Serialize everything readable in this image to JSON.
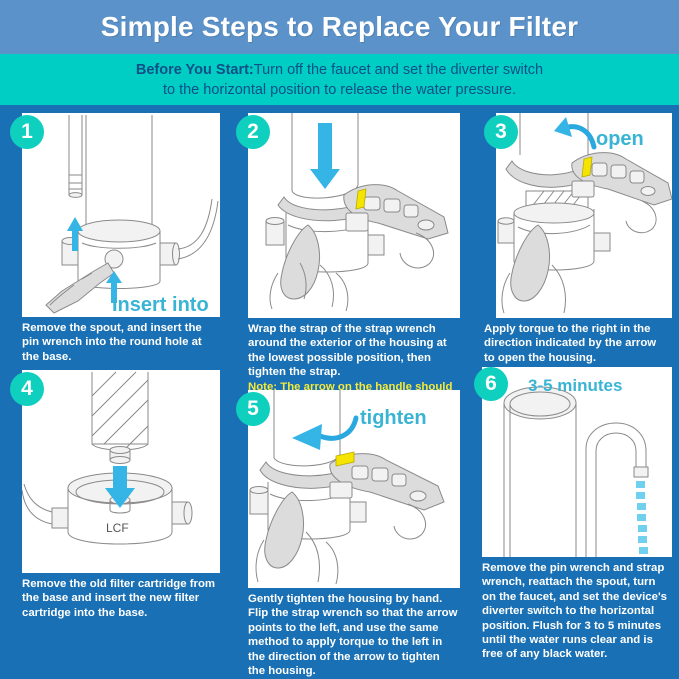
{
  "header": {
    "title": "Simple Steps to Replace Your Filter"
  },
  "banner": {
    "prefix": "Before You Start:",
    "line1": "Turn off the faucet and set the diverter switch",
    "line2": "to the horizontal position to release the water pressure."
  },
  "colors": {
    "header_bg": "#5a92c9",
    "banner_bg": "#00cec4",
    "page_bg": "#1a70b4",
    "badge": "#0fcfbf",
    "accent_label": "#3ab4d4",
    "arrow": "#35b4e6",
    "note_text": "#f5e93a",
    "caption_text": "#ffffff",
    "line_art": "#8a8a8a",
    "highlight_tab": "#f5e400"
  },
  "steps": [
    {
      "number": "1",
      "in_image_label": "Insert into",
      "caption": "Remove the spout, and insert the pin wrench into the round hole at the base.",
      "note": ""
    },
    {
      "number": "2",
      "in_image_label": "",
      "caption": "Wrap the strap of the strap wrench around the exterior of the housing at the lowest possible position, then tighten the strap.",
      "note": "Note: The arrow on the handle should point to the right."
    },
    {
      "number": "3",
      "in_image_label": "open",
      "caption": "Apply torque to the right in the direction indicated by the arrow to open the housing.",
      "note": ""
    },
    {
      "number": "4",
      "in_image_label": "LCF",
      "caption": "Remove the old filter cartridge from the base and insert the new filter cartridge into the base.",
      "note": ""
    },
    {
      "number": "5",
      "in_image_label": "tighten",
      "caption": "Gently tighten the housing by hand. Flip the strap wrench so that the arrow points to the left, and use the same method to apply torque to the left in the direction of the arrow to tighten the housing.",
      "note": ""
    },
    {
      "number": "6",
      "in_image_label": "3-5 minutes",
      "caption": "Remove the pin wrench and strap wrench, reattach the spout, turn on the faucet, and set the device's diverter switch to the horizontal position. Flush for 3 to 5 minutes until the water runs clear and is free of any black water.",
      "note": ""
    }
  ]
}
